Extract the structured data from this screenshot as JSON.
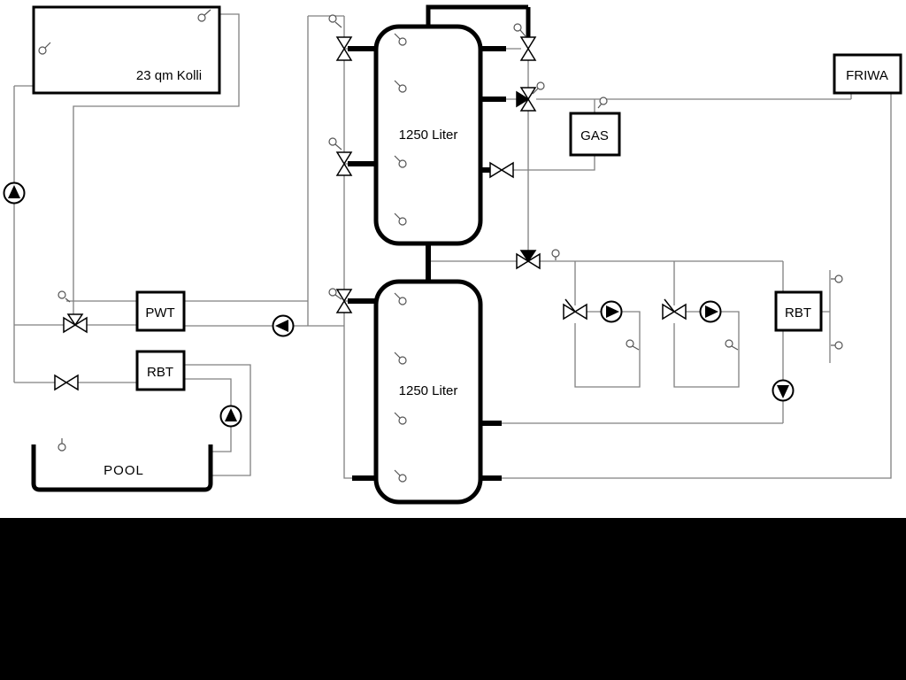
{
  "labels": {
    "collector": "23 qm Kolli",
    "tank_top": "1250 Liter",
    "tank_bottom": "1250 Liter",
    "gas": "GAS",
    "friwa": "FRIWA",
    "pwt": "PWT",
    "rbt_left": "RBT",
    "rbt_right": "RBT",
    "pool": "POOL"
  },
  "colors": {
    "background": "#ffffff",
    "thin_pipe": "#808080",
    "component_stroke": "#000000",
    "bottom_band": "#000000"
  },
  "symbols": {
    "pump": "circle-with-filled-triangle",
    "valve": "bowtie-triangles",
    "sensor": "lollipop-circle"
  }
}
